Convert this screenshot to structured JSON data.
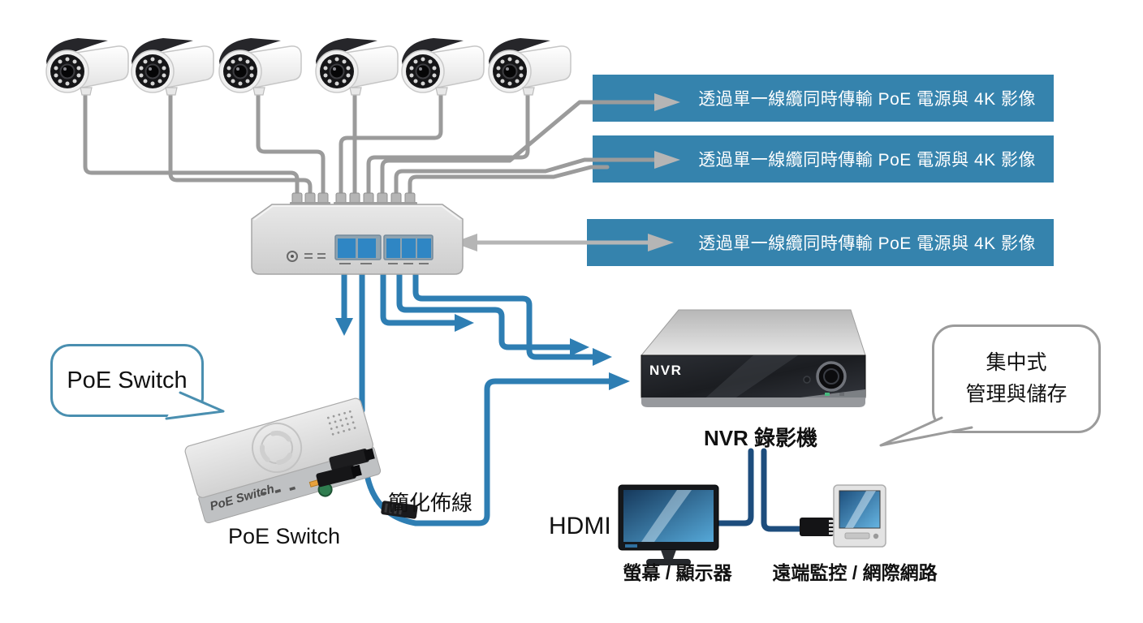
{
  "banners": [
    {
      "label": "透過單一線纜同時傳輸 PoE 電源與 4K 影像"
    },
    {
      "label": "透過單一線纜同時傳輸 PoE 電源與 4K 影像"
    },
    {
      "label": "透過單一線纜同時傳輸 PoE 電源與 4K 影像"
    }
  ],
  "bubbles": {
    "poe_switch": {
      "label": "PoE Switch"
    },
    "nvr": {
      "line1": "集中式",
      "line2": "管理與儲存"
    }
  },
  "devices": {
    "nvr": {
      "front_label": "NVR",
      "caption": "NVR 錄影機"
    },
    "poe_switch": {
      "printed_label": "PoE Switch",
      "caption": "PoE Switch"
    },
    "monitor": {
      "caption": "螢幕 / 顯示器"
    },
    "remote": {
      "caption": "遠端監控 / 網際網路"
    }
  },
  "annotations": {
    "simplified_cabling": "簡化佈線",
    "hdmi": "HDMI"
  },
  "colors": {
    "banner_blue": "#3583ad",
    "cable_blue": "#2e7eb3",
    "cable_navy": "#1d4d7d",
    "cable_gray": "#9b9b9b",
    "arrow_gray": "#b5b5b5",
    "bubble_blue_border": "#4a8fb0",
    "bubble_gray_border": "#9b9b9b"
  }
}
